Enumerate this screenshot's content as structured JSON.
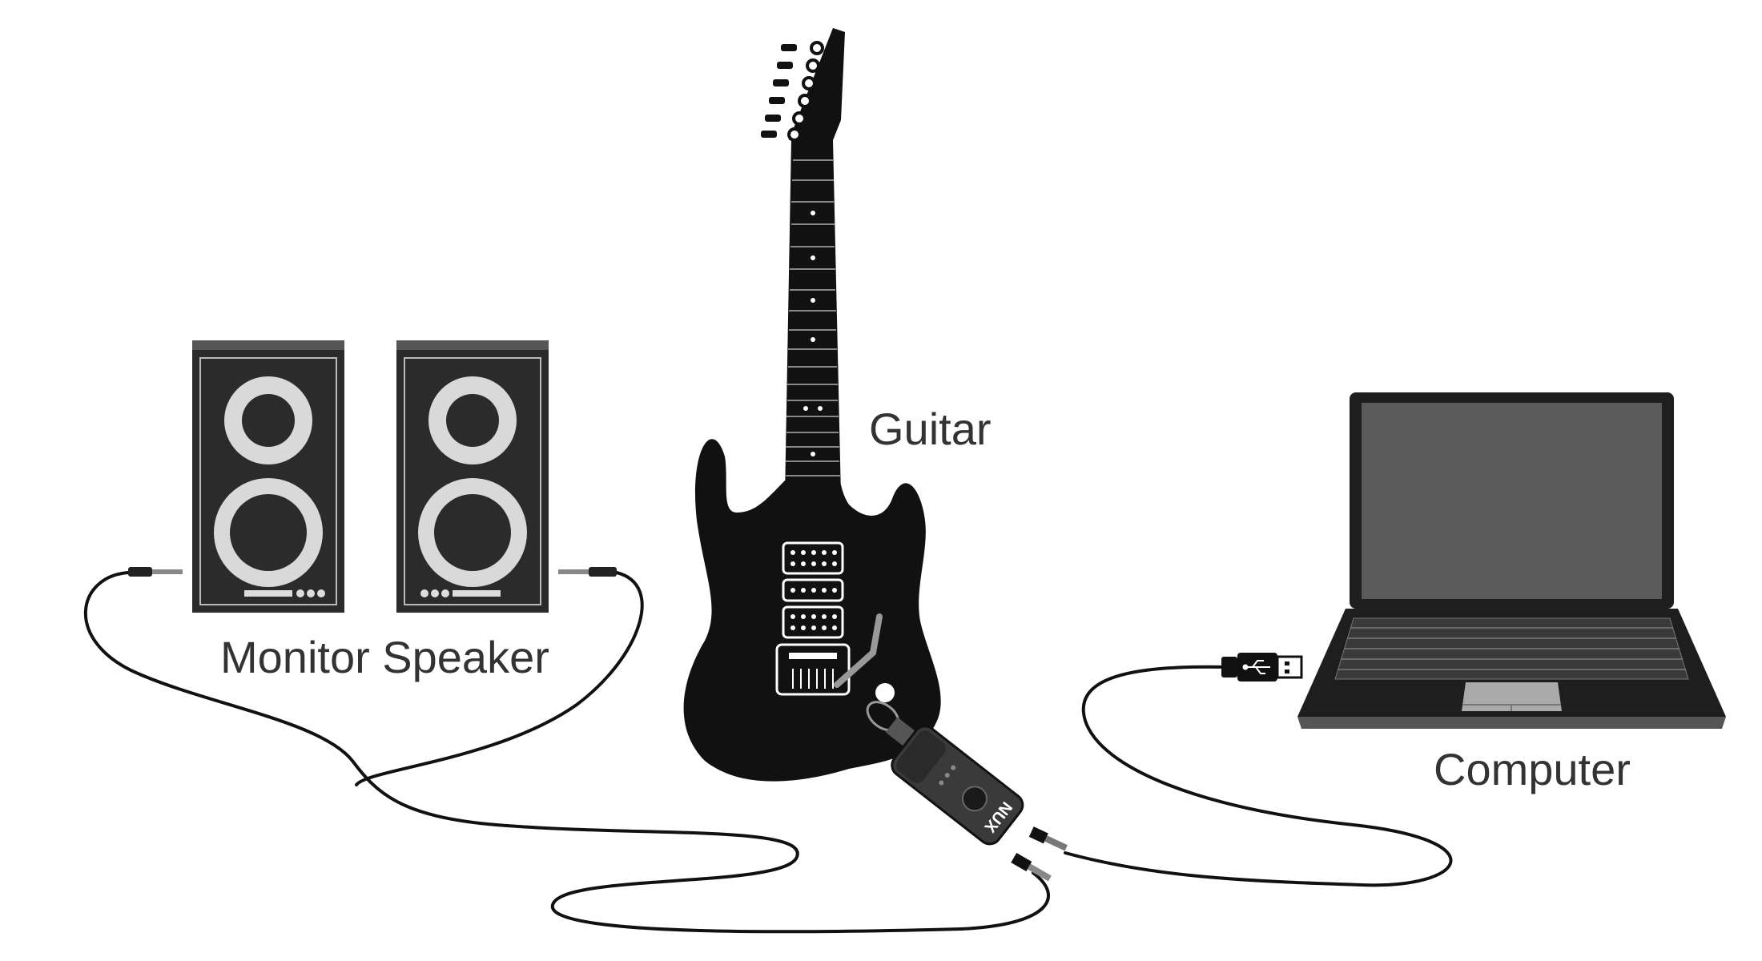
{
  "labels": {
    "guitar": "Guitar",
    "monitor_speaker": "Monitor Speaker",
    "computer": "Computer"
  },
  "device": {
    "brand": "NUX",
    "brand_label_rendered_as_logo": true
  },
  "connections": [
    {
      "from": "monitor-speaker-left",
      "to": "audio-interface",
      "type": "audio cable"
    },
    {
      "from": "monitor-speaker-right",
      "to": "audio-interface",
      "type": "audio cable"
    },
    {
      "from": "guitar",
      "to": "audio-interface",
      "type": "plug-in"
    },
    {
      "from": "audio-interface",
      "to": "computer",
      "type": "usb cable"
    }
  ],
  "colors": {
    "background": "#ffffff",
    "ink": "#111111",
    "speaker_body": "#2b2b2b",
    "speaker_ring": "#d9d9d9",
    "laptop_screen": "#5a5a5a",
    "device_body": "#3a3a3a",
    "label_text": "#333333"
  }
}
